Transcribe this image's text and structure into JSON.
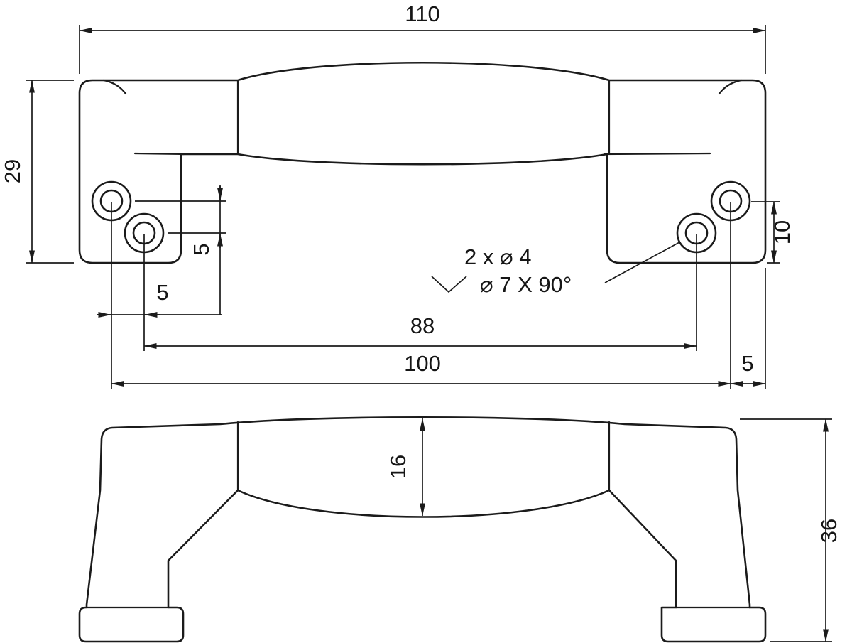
{
  "page": {
    "background_color": "#ffffff",
    "line_color": "#1b1b1b",
    "description": "Technical dimension drawing of a cabinet pull handle, two orthographic views"
  },
  "top_view": {
    "dim_overall_length": "110",
    "dim_overall_depth": "29",
    "dim_hole_offset_vertical": "5",
    "dim_hole_offset_horizontal": "5",
    "dim_hole_spacing_inner": "88",
    "dim_hole_spacing_outer": "100",
    "dim_hole_to_edge_vertical": "10",
    "dim_hole_to_edge_horizontal": "5",
    "note_holes": "2 x ⌀ 4",
    "note_countersink": "⌀ 7 X 90°"
  },
  "front_view": {
    "dim_grip_thickness": "16",
    "dim_overall_height": "36"
  }
}
